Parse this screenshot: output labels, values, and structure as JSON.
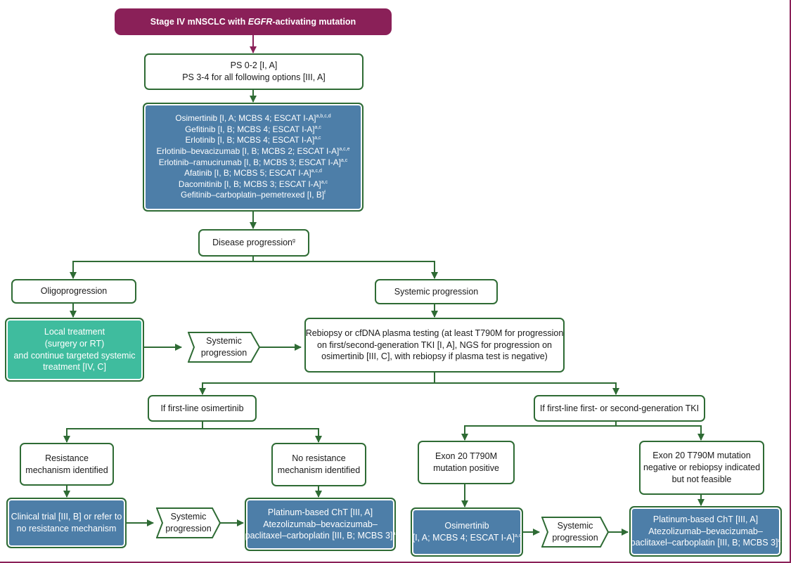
{
  "top": {
    "pre": "Stage IV mNSCLC with ",
    "gene": "EGFR",
    "post": "-activating mutation"
  },
  "ps": {
    "l1": "PS 0-2 [I, A]",
    "l2": "PS 3-4 for all following options [III, A]"
  },
  "first_line": [
    {
      "t": "Osimertinib [I, A; MCBS 4; ESCAT I-A]",
      "s": "a,b,c,d"
    },
    {
      "t": "Gefitinib [I, B; MCBS 4; ESCAT I-A]",
      "s": "a,c"
    },
    {
      "t": "Erlotinib [I, B; MCBS 4; ESCAT I-A]",
      "s": "a,c"
    },
    {
      "t": "Erlotinib–bevacizumab [I, B; MCBS 2; ESCAT I-A]",
      "s": "a,c,e"
    },
    {
      "t": "Erlotinib–ramucirumab [I, B; MCBS 3; ESCAT I-A]",
      "s": "a,c"
    },
    {
      "t": "Afatinib [I, B; MCBS 5; ESCAT I-A]",
      "s": "a,c,d"
    },
    {
      "t": "Dacomitinib [I, B; MCBS 3; ESCAT I-A]",
      "s": "a,c"
    },
    {
      "t": "Gefitinib–carboplatin–pemetrexed [I, B]",
      "s": "f"
    }
  ],
  "disease_progression": {
    "text": "Disease progression",
    "sup": "g"
  },
  "oligoprogression": "Oligoprogression",
  "systemic_progression_main": "Systemic progression",
  "local_treatment": [
    "Local treatment",
    "(surgery or RT)",
    "and continue targeted systemic",
    "treatment [IV, C]"
  ],
  "systemic_progression_chev1": [
    "Systemic",
    "progression"
  ],
  "rebiopsy": [
    "Rebiopsy or cfDNA plasma testing (at least T790M for progression",
    "on first/second-generation TKI [I, A], NGS for progression on",
    "osimertinib [III, C], with rebiopsy if plasma test is negative)"
  ],
  "if_osimertinib": "If first-line osimertinib",
  "if_tki": "If first-line first- or second-generation TKI",
  "resistance_identified": [
    "Resistance",
    "mechanism identified"
  ],
  "no_resistance": [
    "No resistance",
    "mechanism identified"
  ],
  "exon_positive": [
    "Exon 20 T790M",
    "mutation positive"
  ],
  "exon_negative": [
    "Exon 20 T790M mutation",
    "negative or rebiopsy indicated",
    "but not feasible"
  ],
  "clinical_trial": [
    "Clinical trial [III, B] or refer to",
    "no resistance mechanism"
  ],
  "systemic_progression_chev2": [
    "Systemic",
    "progression"
  ],
  "platinum_left": {
    "l1": "Platinum-based ChT [III, A]",
    "l2": "Atezolizumab–bevacizumab–",
    "l3": "paclitaxel–carboplatin [III, B; MCBS 3]",
    "sup": "a"
  },
  "osimertinib2": {
    "l1": "Osimertinib",
    "l2": "[I, A; MCBS 4; ESCAT I-A]",
    "sup": "a,c"
  },
  "systemic_progression_chev3": [
    "Systemic",
    "progression"
  ],
  "platinum_right": {
    "l1": "Platinum-based ChT [III, A]",
    "l2": "Atezolizumab–bevacizumab–",
    "l3": "paclitaxel–carboplatin [III, B; MCBS 3]",
    "sup": "a"
  },
  "colors": {
    "magenta": "#8a2058",
    "green_line": "#2e6b34",
    "blue_box": "#4d7ea8",
    "teal_box": "#3fbc9e"
  }
}
